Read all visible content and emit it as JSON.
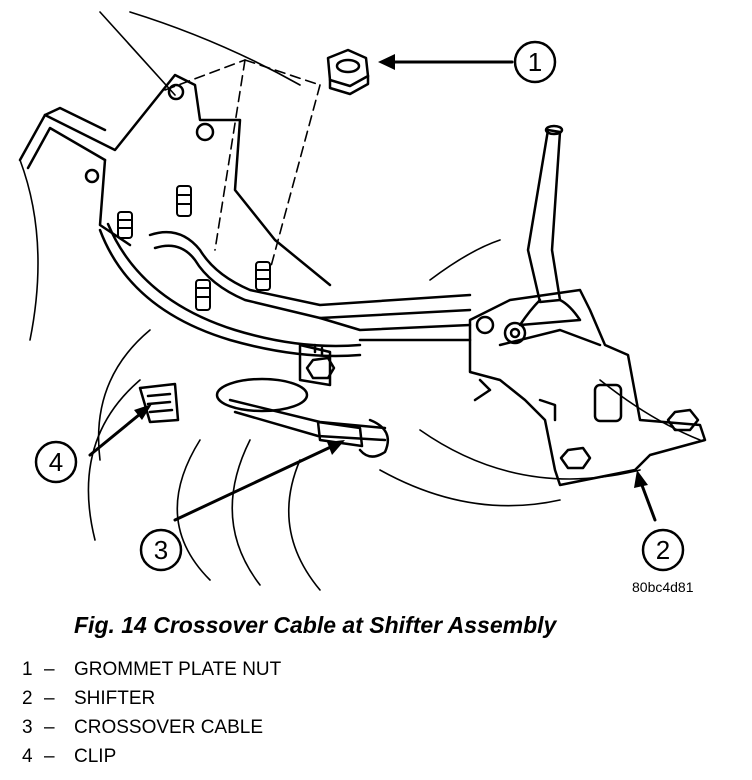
{
  "figure_code": "80bc4d81",
  "callouts": [
    {
      "number": "1",
      "name": "grommet-plate-nut"
    },
    {
      "number": "2",
      "name": "shifter"
    },
    {
      "number": "3",
      "name": "crossover-cable"
    },
    {
      "number": "4",
      "name": "clip"
    }
  ],
  "caption": "Fig. 14 Crossover Cable at Shifter Assembly",
  "legend": [
    {
      "number": "1",
      "separator": "–",
      "label": "GROMMET PLATE NUT"
    },
    {
      "number": "2",
      "separator": "–",
      "label": "SHIFTER"
    },
    {
      "number": "3",
      "separator": "–",
      "label": "CROSSOVER CABLE"
    },
    {
      "number": "4",
      "separator": "–",
      "label": "CLIP"
    }
  ]
}
